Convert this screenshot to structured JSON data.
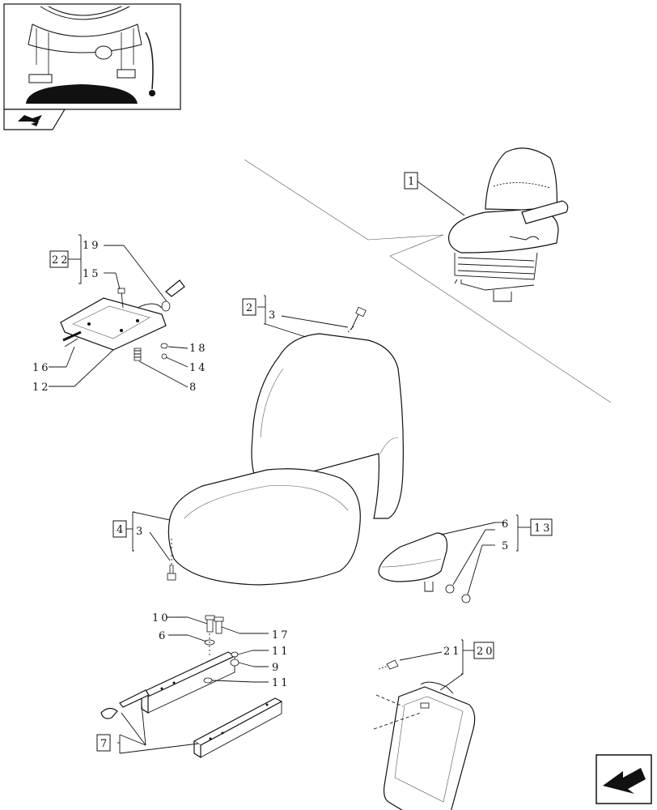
{
  "callouts": {
    "c1": "1",
    "c2": "2",
    "c3a": "3",
    "c3b": "3",
    "c4": "4",
    "c5": "5",
    "c6a": "6",
    "c6b": "6",
    "c7": "7",
    "c8": "8",
    "c9": "9",
    "c10": "10",
    "c11a": "11",
    "c11b": "11",
    "c12": "12",
    "c13": "13",
    "c14": "14",
    "c15": "15",
    "c16": "16",
    "c17": "17",
    "c18": "18",
    "c19": "19",
    "c20": "20",
    "c21": "21",
    "c22": "22"
  },
  "nav": {
    "prev_icon": "return-arrow-icon",
    "next_icon": "next-page-arrow-icon"
  }
}
